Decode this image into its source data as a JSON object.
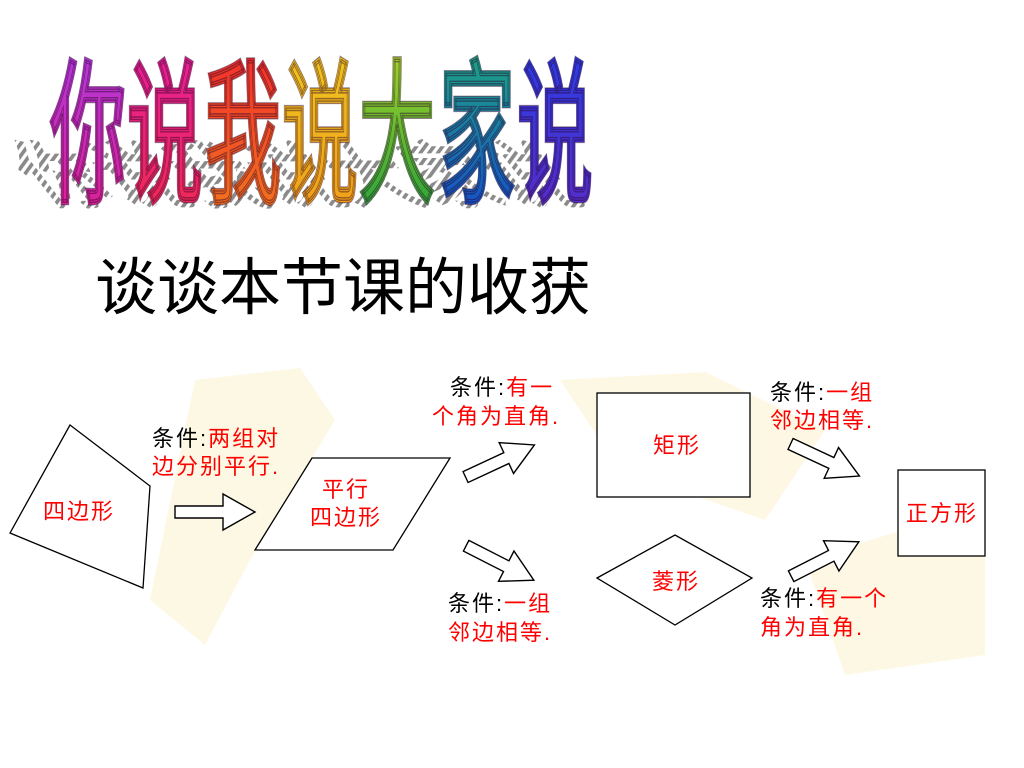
{
  "title": {
    "chars": [
      {
        "text": "你",
        "top_color": "#b03ae0",
        "bottom_color": "#e01e8c"
      },
      {
        "text": "说",
        "top_color": "#e6209a",
        "bottom_color": "#f02a4c"
      },
      {
        "text": "我",
        "top_color": "#f22c2c",
        "bottom_color": "#f27a1c"
      },
      {
        "text": "说",
        "top_color": "#f0c820",
        "bottom_color": "#f09a18"
      },
      {
        "text": "大",
        "top_color": "#a8d428",
        "bottom_color": "#1e9e3c"
      },
      {
        "text": "家",
        "top_color": "#1ea87e",
        "bottom_color": "#1448d0"
      },
      {
        "text": "说",
        "top_color": "#2a3ee6",
        "bottom_color": "#5a2cc4"
      }
    ],
    "shadow_color": "#8a8a8a"
  },
  "subtitle": "谈谈本节课的收获",
  "diagram": {
    "colors": {
      "label": "#ff0000",
      "prefix": "#000000",
      "outline": "#000000",
      "watermark": "#fbefc4"
    },
    "shapes": {
      "quadrilateral": "四边形",
      "parallelogram": {
        "line1": "平行",
        "line2": "四边形"
      },
      "rectangle": "矩形",
      "rhombus": "菱形",
      "square": "正方形"
    },
    "conditions": {
      "quadrilateral_to_parallelogram": {
        "prefix": "条件:",
        "line1": "两组对",
        "line2": "边分别平行."
      },
      "parallelogram_to_rectangle": {
        "prefix": "条件:",
        "line1": "有一",
        "line2": "个角为直角."
      },
      "parallelogram_to_rhombus": {
        "prefix": "条件:",
        "line1": "一组",
        "line2": "邻边相等."
      },
      "rectangle_to_square": {
        "prefix": "条件:",
        "line1": "一组",
        "line2": "邻边相等."
      },
      "rhombus_to_square": {
        "prefix": "条件:",
        "line1": "有一个",
        "line2": "角为直角."
      }
    }
  }
}
